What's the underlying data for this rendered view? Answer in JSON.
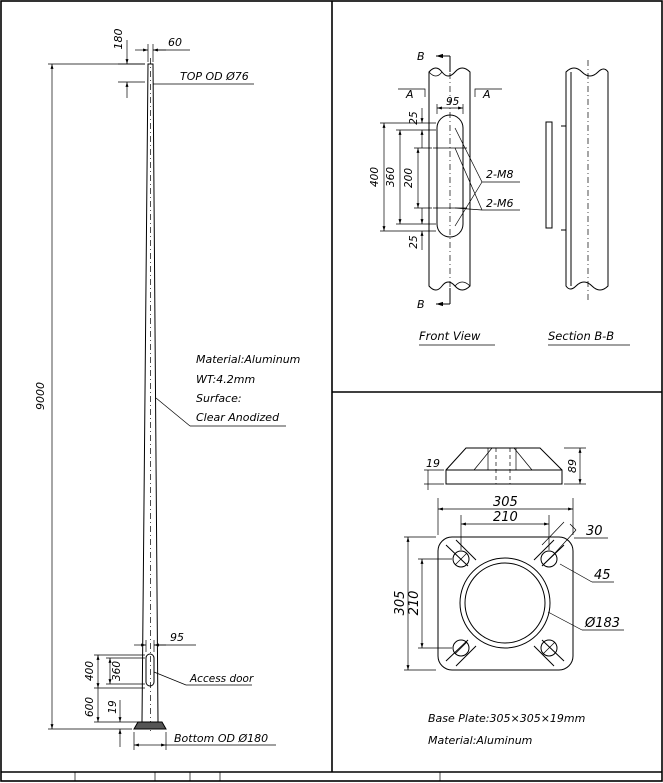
{
  "pole": {
    "dim_top_180": "180",
    "dim_top_60": "60",
    "top_od": "TOP OD Ø76",
    "dim_height": "9000",
    "material": "Material:Aluminum",
    "wt": "WT:4.2mm",
    "surface": "Surface:",
    "finish": "Clear Anodized",
    "dim_95": "95",
    "dim_400": "400",
    "dim_360": "360",
    "dim_600": "600",
    "dim_19": "19",
    "access_door": "Access door",
    "bottom_od": "Bottom OD Ø180"
  },
  "door": {
    "marker_b": "B",
    "marker_a": "A",
    "dim_95": "95",
    "dim_25a": "25",
    "dim_400": "400",
    "dim_360": "360",
    "dim_200": "200",
    "dim_25b": "25",
    "m8": "2-M8",
    "m6": "2-M6",
    "front_view": "Front View",
    "section": "Section B-B"
  },
  "base": {
    "dim_19": "19",
    "dim_89": "89",
    "dim_305_top": "305",
    "dim_210_top": "210",
    "dim_30": "30",
    "dim_45": "45",
    "dim_305_side": "305",
    "dim_210_side": "210",
    "dia_183": "Ø183",
    "plate": "Base Plate:305×305×19mm",
    "material": "Material:Aluminum"
  }
}
